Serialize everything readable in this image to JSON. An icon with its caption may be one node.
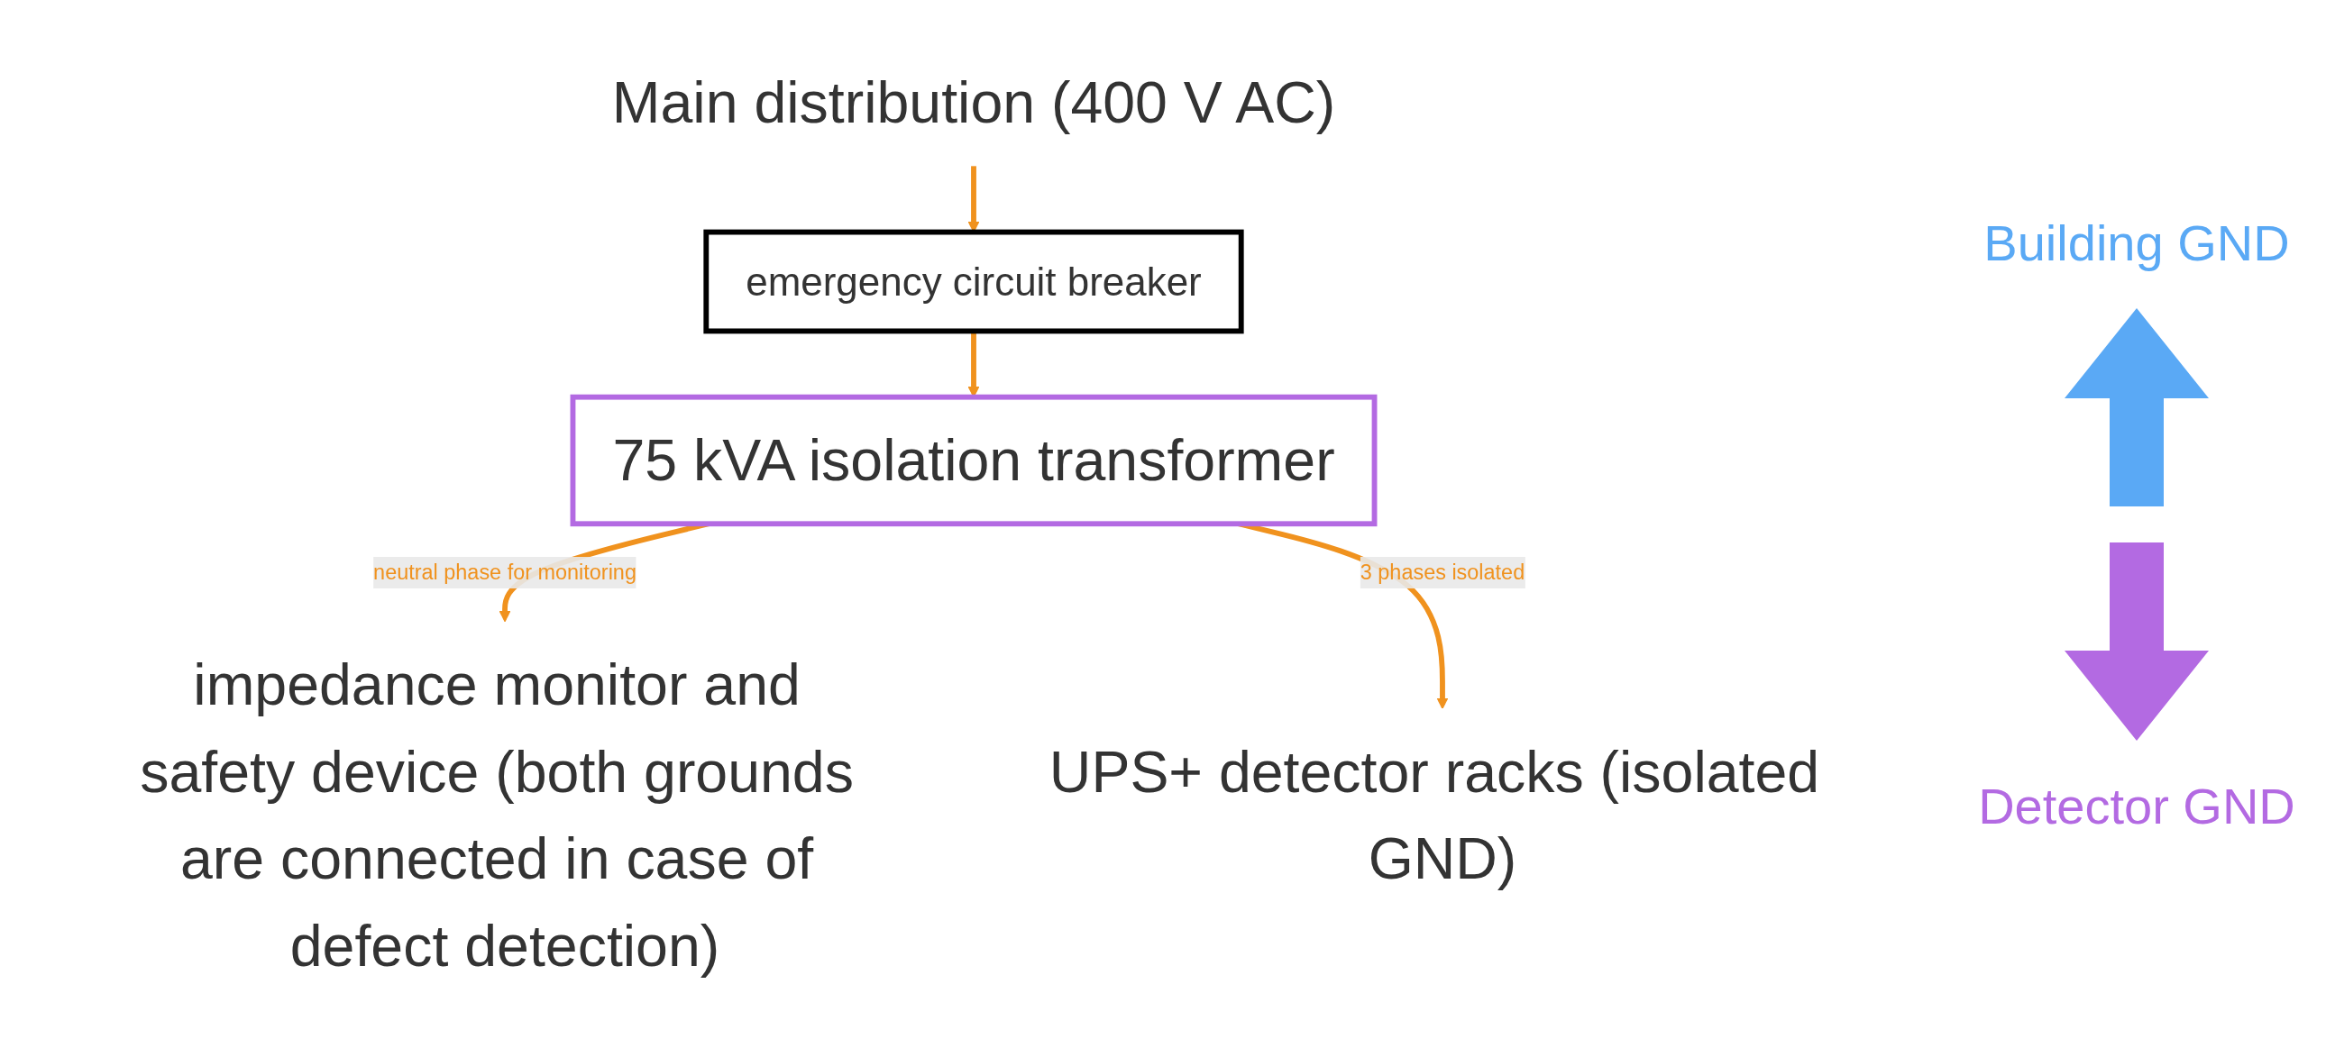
{
  "diagram": {
    "nodes": [
      {
        "text": [
          "Main distribution (400 V AC)"
        ]
      },
      {
        "text": [
          "emergency circuit breaker"
        ]
      },
      {
        "text": [
          "75 kVA isolation transformer"
        ]
      },
      {
        "text": [
          "impedance monitor and safety device (both grounds are connected in case of defect detection)"
        ]
      },
      {
        "text": [
          "UPS+ detector racks (isolated GND)"
        ]
      }
    ],
    "edges": [
      {
        "from": 0,
        "to": 1,
        "arrow": "to"
      },
      {
        "from": 1,
        "to": 2,
        "arrow": "to"
      },
      {
        "from": 2,
        "to": 3,
        "arrow": "to",
        "label": "neutral phase for monitoring"
      },
      {
        "from": 2,
        "to": 4,
        "arrow": "to",
        "label": "3 phases isolated"
      }
    ],
    "labels": [
      "Building GND",
      "Detector GND"
    ]
  }
}
